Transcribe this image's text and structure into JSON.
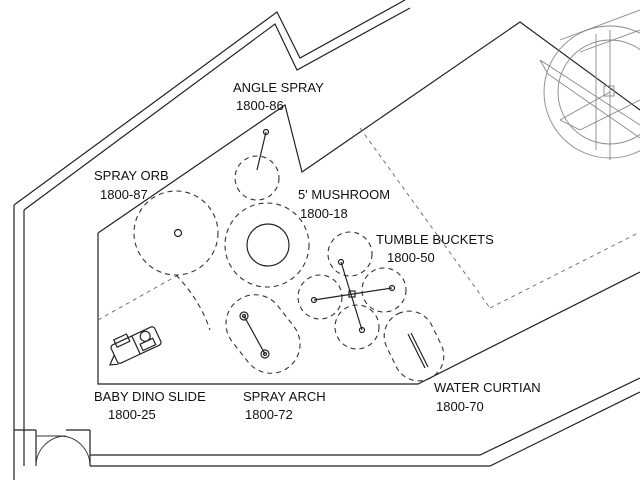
{
  "labels": {
    "angle_spray_name": "ANGLE SPRAY",
    "angle_spray_code": "1800-86",
    "spray_orb_name": "SPRAY ORB",
    "spray_orb_code": "1800-87",
    "mushroom_name": "5' MUSHROOM",
    "mushroom_code": "1800-18",
    "tumble_buckets_name": "TUMBLE BUCKETS",
    "tumble_buckets_code": "1800-50",
    "baby_dino_slide_name": "BABY DINO SLIDE",
    "baby_dino_slide_code": "1800-25",
    "spray_arch_name": "SPRAY ARCH",
    "spray_arch_code": "1800-72",
    "water_curtain_name": "WATER CURTIAN",
    "water_curtain_code": "1800-70"
  }
}
